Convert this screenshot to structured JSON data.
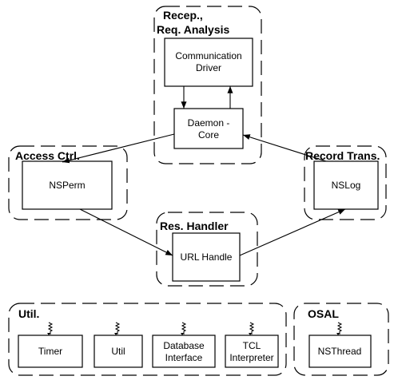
{
  "groups": {
    "recep": {
      "line1": "Recep.,",
      "line2": "Req. Analysis"
    },
    "access": {
      "label": "Access Ctrl."
    },
    "record": {
      "label": "Record Trans."
    },
    "res": {
      "label": "Res. Handler"
    },
    "util": {
      "label": "Util."
    },
    "osal": {
      "label": "OSAL"
    }
  },
  "boxes": {
    "comm_driver": {
      "line1": "Communication",
      "line2": "Driver"
    },
    "daemon": {
      "line1": "Daemon -",
      "line2": "Core"
    },
    "nsperm": {
      "label": "NSPerm"
    },
    "nslog": {
      "label": "NSLog"
    },
    "url_handle": {
      "label": "URL Handle"
    },
    "timer": {
      "label": "Timer"
    },
    "util": {
      "label": "Util"
    },
    "db_interface": {
      "line1": "Database",
      "line2": "Interface"
    },
    "tcl": {
      "line1": "TCL",
      "line2": "Interpreter"
    },
    "nsthread": {
      "label": "NSThread"
    }
  }
}
